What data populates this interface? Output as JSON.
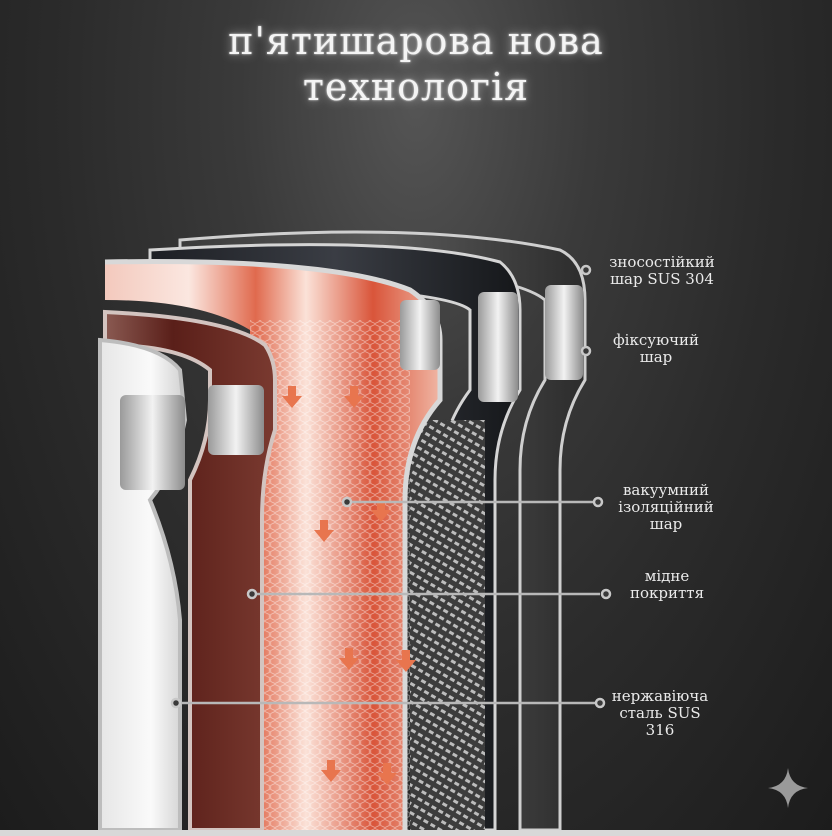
{
  "title": {
    "line1": "п'ятишарова нова",
    "line2": "технологія"
  },
  "labels": [
    {
      "id": "wear-resistant",
      "lines": [
        "зносостійкий",
        "шар SUS 304"
      ]
    },
    {
      "id": "fixing",
      "lines": [
        "фіксуючий",
        "шар"
      ]
    },
    {
      "id": "vacuum",
      "lines": [
        "вакуумний",
        "ізоляційний",
        "шар"
      ]
    },
    {
      "id": "copper",
      "lines": [
        "мідне",
        "покриття"
      ]
    },
    {
      "id": "stainless",
      "lines": [
        "нержавіюча",
        "сталь SUS",
        "316"
      ]
    }
  ],
  "decor": {
    "sparkle_icon": "four-point-star",
    "heat_arrows": "down-arrow",
    "accent_color": "#e8704a",
    "copper_color": "#6b2a22",
    "steel_color": "#c9c9c9"
  }
}
